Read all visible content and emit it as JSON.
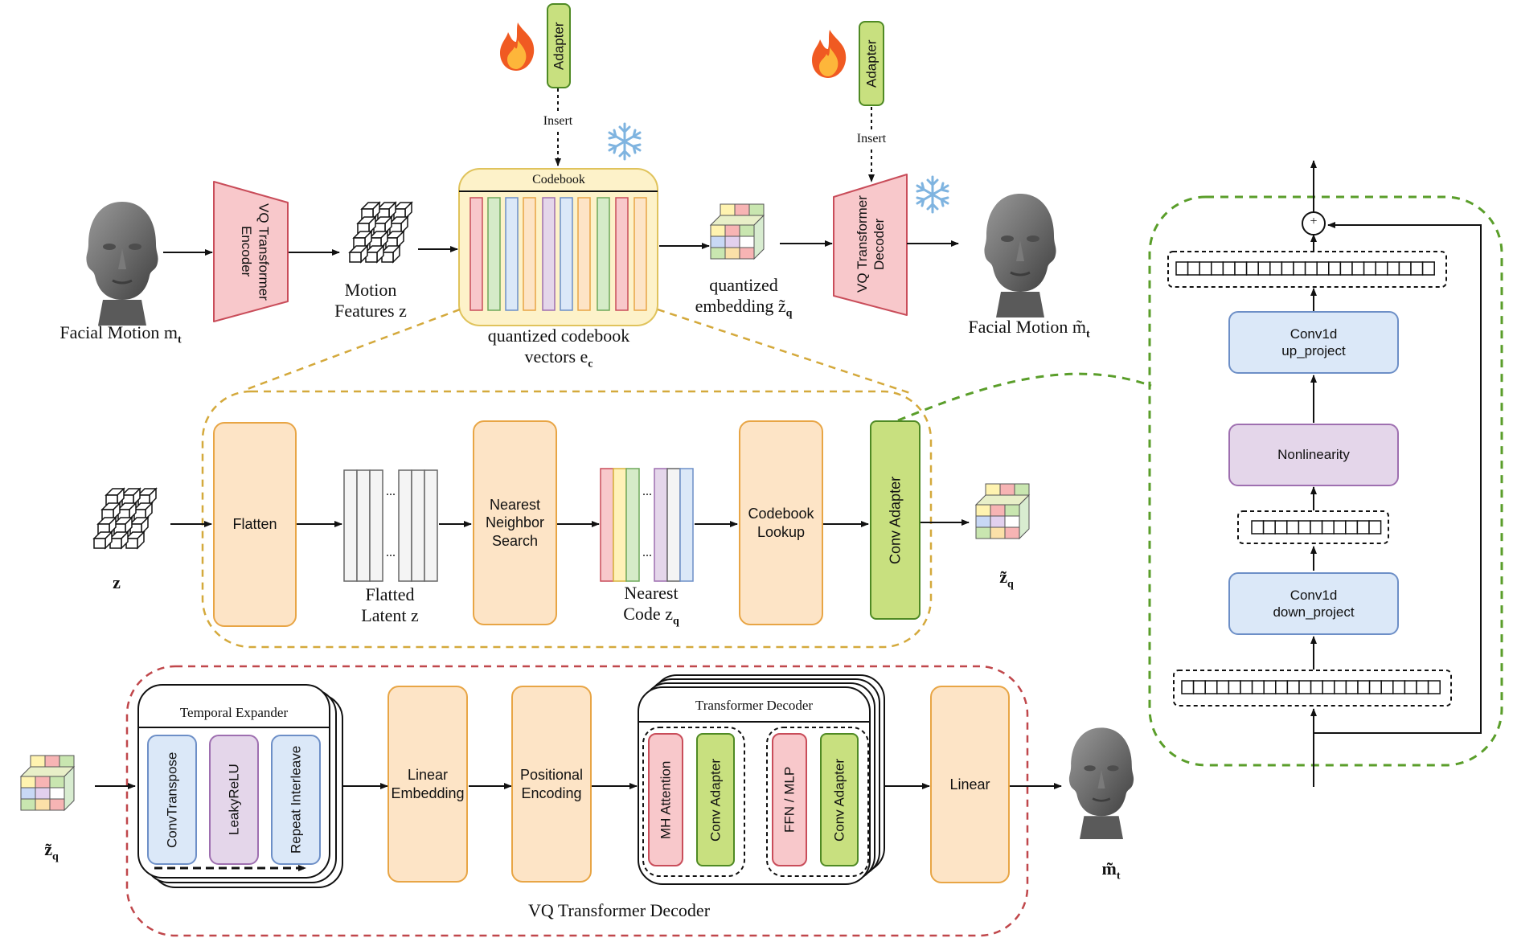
{
  "colors": {
    "orange_fill": "#fde4c6",
    "orange_stroke": "#e8a545",
    "green_fill": "#c8e07f",
    "green_stroke": "#4f8a24",
    "pink_fill": "#f8c8cb",
    "pink_stroke": "#c94d5a",
    "blue_fill": "#dbe8f8",
    "blue_stroke": "#6d8fc7",
    "purple_fill": "#e4d6ea",
    "purple_stroke": "#9e6fb0",
    "gold_dash": "#d4a93c",
    "red_dash": "#c0474b",
    "green_dash": "#5a9e2a"
  },
  "icons": [
    "fire-icon",
    "snowflake-icon",
    "face-icon",
    "cube-grid-icon",
    "colored-cube-grid-icon"
  ],
  "top": {
    "adapter_label": "Adapter",
    "insert_label": "Insert",
    "encoder_label": "VQ Transformer Encoder",
    "decoder_label": "VQ Transformer Decoder",
    "codebook_title": "Codebook",
    "facial_motion_in": "Facial Motion m",
    "facial_motion_in_sub": "t",
    "motion_features_line1": "Motion",
    "motion_features_line2": "Features z",
    "codebook_caption_line1": "quantized codebook",
    "codebook_caption_line2": "vectors e",
    "codebook_caption_sub": "c",
    "quantized_line1": "quantized",
    "quantized_line2": "embedding z̃",
    "quantized_sub": "q",
    "facial_motion_out": "Facial Motion m̃",
    "facial_motion_out_sub": "t"
  },
  "middle": {
    "z_label": "z",
    "flatten": "Flatten",
    "flatted_line1": "Flatted",
    "flatted_line2": "Latent z",
    "nns": "Nearest Neighbor Search",
    "nearest_line1": "Nearest",
    "nearest_line2": "Code z",
    "nearest_sub": "q",
    "codebook_lookup": "Codebook Lookup",
    "conv_adapter": "Conv Adapter",
    "zq_label": "z̃",
    "zq_sub": "q",
    "ellipsis": "..."
  },
  "bottom": {
    "zq_label": "z̃",
    "zq_sub": "q",
    "temporal_expander": "Temporal Expander",
    "conv_transpose": "ConvTranspose",
    "leaky_relu": "LeakyReLU",
    "repeat_interleave": "Repeat Interleave",
    "linear_embedding": "Linear Embedding",
    "positional_encoding": "Positional Encoding",
    "transformer_decoder": "Transformer Decoder",
    "mh_attention": "MH Attention",
    "conv_adapter_1": "Conv Adapter",
    "ffn_mlp": "FFN / MLP",
    "conv_adapter_2": "Conv Adapter",
    "linear": "Linear",
    "mt_label": "m̃",
    "mt_sub": "t",
    "caption": "VQ Transformer Decoder"
  },
  "right": {
    "plus": "+",
    "up_line1": "Conv1d",
    "up_line2": "up_project",
    "nonlinearity": "Nonlinearity",
    "down_line1": "Conv1d",
    "down_line2": "down_project"
  }
}
